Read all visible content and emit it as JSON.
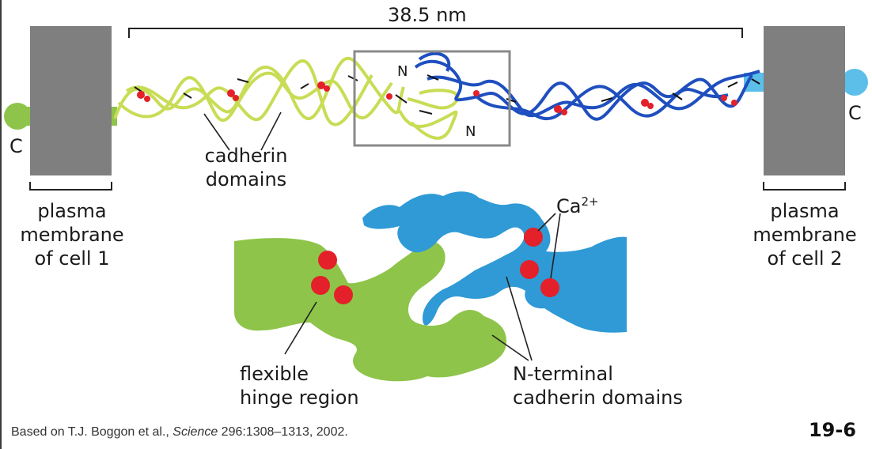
{
  "colors": {
    "cell1_green": "#8ec44a",
    "cell2_blue": "#2f9ad6",
    "cell2_stub_blue": "#5bbfe9",
    "membrane_gray": "#7f7f7f",
    "ribbon_yellow": "#c9dc55",
    "ribbon_blue": "#1f4fbf",
    "calcium_red": "#e4202a"
  },
  "diagram": {
    "distance_label": "38.5 nm",
    "left_c_terminus": "C",
    "right_c_terminus": "C",
    "n_terminus_top": "N",
    "n_terminus_bottom": "N",
    "cadherin_domains_line1": "cadherin",
    "cadherin_domains_line2": "domains",
    "membrane1_line1": "plasma",
    "membrane1_line2": "membrane",
    "membrane1_line3": "of cell 1",
    "membrane2_line1": "plasma",
    "membrane2_line2": "membrane",
    "membrane2_line3": "of cell 2",
    "calcium_ion": "Ca",
    "calcium_charge": "2+",
    "hinge_line1": "flexible",
    "hinge_line2": "hinge region",
    "nterminal_line1": "N-terminal",
    "nterminal_line2": "cadherin domains"
  },
  "footer": {
    "credit_prefix": "Based on T.J. Boggon et al., ",
    "credit_journal": "Science",
    "credit_suffix": " 296:1308–1313, 2002.",
    "figure_number": "19-6"
  }
}
